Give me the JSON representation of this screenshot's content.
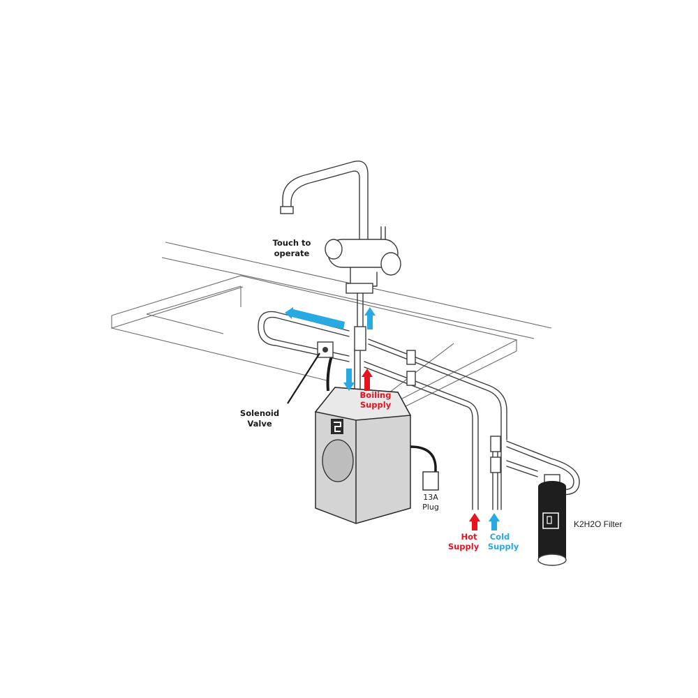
{
  "labels": {
    "touch_line1": "Touch to",
    "touch_line2": "operate",
    "solenoid_line1": "Solenoid",
    "solenoid_line2": "Valve",
    "boiling_line1": "Boiling",
    "boiling_line2": "Supply",
    "plug_line1": "13A",
    "plug_line2": "Plug",
    "hot_line1": "Hot",
    "hot_line2": "Supply",
    "cold_line1": "Cold",
    "cold_line2": "Supply",
    "filter": "K2H2O Filter"
  },
  "colors": {
    "hot": "#e8131f",
    "cold": "#29a9e1",
    "outline": "#3a3a3a",
    "tank_fill": "#d4d4d4",
    "filter_fill": "#1e1e1e"
  }
}
